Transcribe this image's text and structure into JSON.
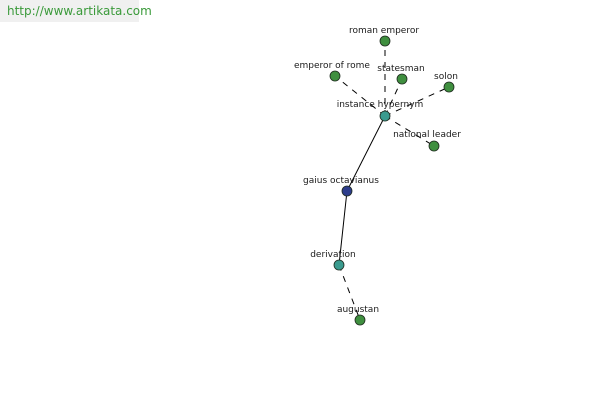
{
  "watermark": {
    "text": "http://www.artikata.com"
  },
  "colors": {
    "leaf": "#3f8f3f",
    "hub": "#3a9b8f",
    "center": "#2d3d8c",
    "watermark_text": "#3a9a3a"
  },
  "nodes": {
    "gaius": {
      "label": "gaius octavianus",
      "kind": "center"
    },
    "instance": {
      "label": "instance hypernym",
      "kind": "hub"
    },
    "derivation": {
      "label": "derivation",
      "kind": "hub"
    },
    "roman_emperor": {
      "label": "roman emperor",
      "kind": "leaf"
    },
    "emperor_of_rome": {
      "label": "emperor of rome",
      "kind": "leaf"
    },
    "statesman": {
      "label": "statesman",
      "kind": "leaf"
    },
    "solon": {
      "label": "solon",
      "kind": "leaf"
    },
    "national_leader": {
      "label": "national leader",
      "kind": "leaf"
    },
    "augustan": {
      "label": "augustan",
      "kind": "leaf"
    }
  },
  "edges": [
    {
      "from": "gaius",
      "to": "instance",
      "style": "solid"
    },
    {
      "from": "gaius",
      "to": "derivation",
      "style": "solid"
    },
    {
      "from": "instance",
      "to": "roman_emperor",
      "style": "dashed"
    },
    {
      "from": "instance",
      "to": "emperor_of_rome",
      "style": "dashed"
    },
    {
      "from": "instance",
      "to": "statesman",
      "style": "dashed"
    },
    {
      "from": "instance",
      "to": "solon",
      "style": "dashed"
    },
    {
      "from": "instance",
      "to": "national_leader",
      "style": "dashed"
    },
    {
      "from": "derivation",
      "to": "augustan",
      "style": "dashed"
    }
  ]
}
